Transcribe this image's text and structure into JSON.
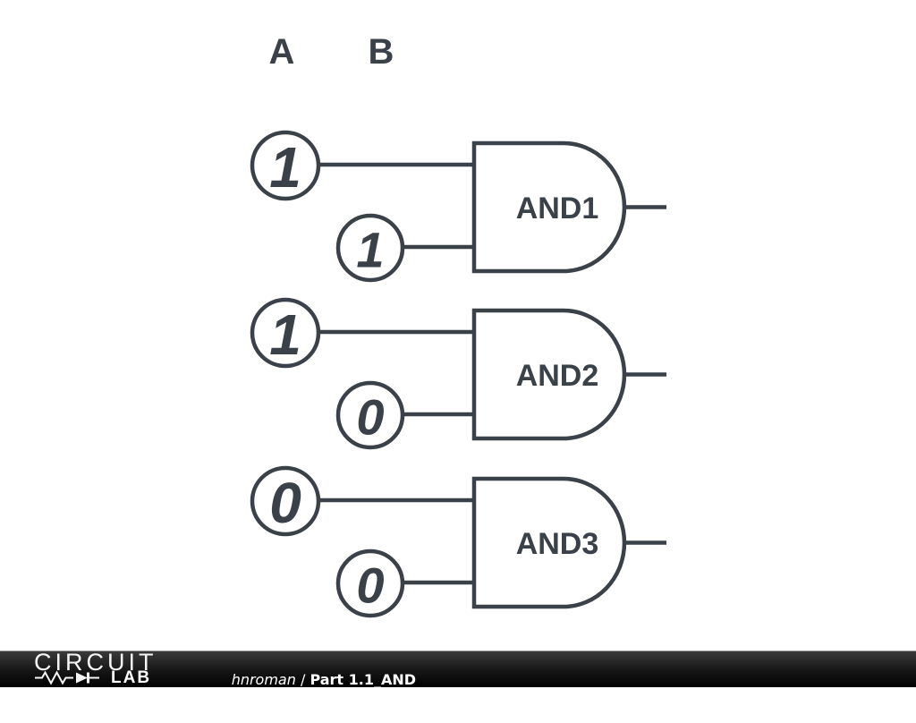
{
  "diagram": {
    "line_color": "#3a4148",
    "input_labels": {
      "a": "A",
      "b": "B"
    },
    "gates": [
      {
        "name": "AND1",
        "input_a": "1",
        "input_b": "1"
      },
      {
        "name": "AND2",
        "input_a": "1",
        "input_b": "0"
      },
      {
        "name": "AND3",
        "input_a": "0",
        "input_b": "0"
      }
    ]
  },
  "footer": {
    "brand_top": "CIRCUIT",
    "brand_bottom": "LAB",
    "author": "hnroman",
    "separator": " / ",
    "title": "Part 1.1_AND",
    "url": "http://circuitlab.com/cx7bnp5dq28nv",
    "bar_color": "#000000",
    "text_color": "#ffffff"
  }
}
